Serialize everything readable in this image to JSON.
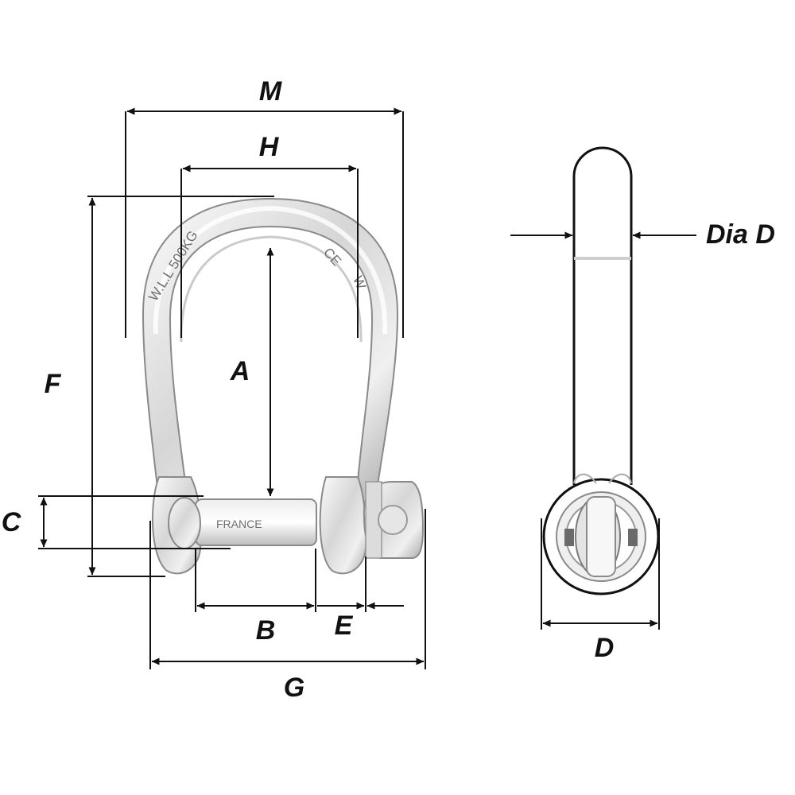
{
  "labels": {
    "M": "M",
    "H": "H",
    "A": "A",
    "F": "F",
    "C": "C",
    "B": "B",
    "E": "E",
    "G": "G",
    "D": "D",
    "dia_d": "Dia D"
  },
  "stamps": {
    "wll": "W.L.L 500KG",
    "ce": "CE",
    "w": "W",
    "pin": "FRANCE"
  },
  "colors": {
    "line": "#111111",
    "steel_light": "#f2f2f2",
    "steel_mid": "#c9c9c9",
    "steel_dark": "#8a8a8a"
  }
}
